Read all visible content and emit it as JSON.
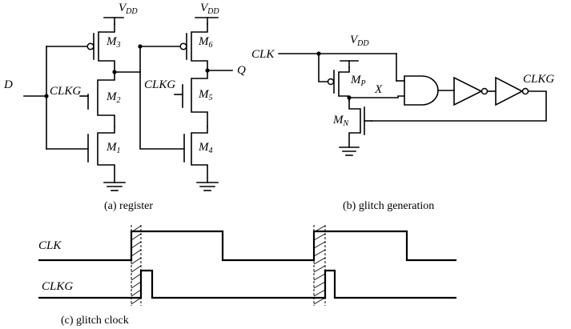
{
  "register": {
    "caption": "(a) register",
    "vdd1_main": "V",
    "vdd1_sub": "DD",
    "vdd2_main": "V",
    "vdd2_sub": "DD",
    "input": "D",
    "clkg": "CLKG",
    "clkg2": "CLKG",
    "output": "Q",
    "m3_main": "M",
    "m3_sub": "3",
    "m2_main": "M",
    "m2_sub": "2",
    "m1_main": "M",
    "m1_sub": "1",
    "m6_main": "M",
    "m6_sub": "6",
    "m5_main": "M",
    "m5_sub": "5",
    "m4_main": "M",
    "m4_sub": "4"
  },
  "glitch_gen": {
    "caption": "(b) glitch generation",
    "clk": "CLK",
    "vdd_main": "V",
    "vdd_sub": "DD",
    "mp_main": "M",
    "mp_sub": "P",
    "mn_main": "M",
    "mn_sub": "N",
    "x": "X",
    "clkg": "CLKG"
  },
  "timing": {
    "caption": "(c) glitch clock",
    "clk": "CLK",
    "clkg": "CLKG"
  }
}
